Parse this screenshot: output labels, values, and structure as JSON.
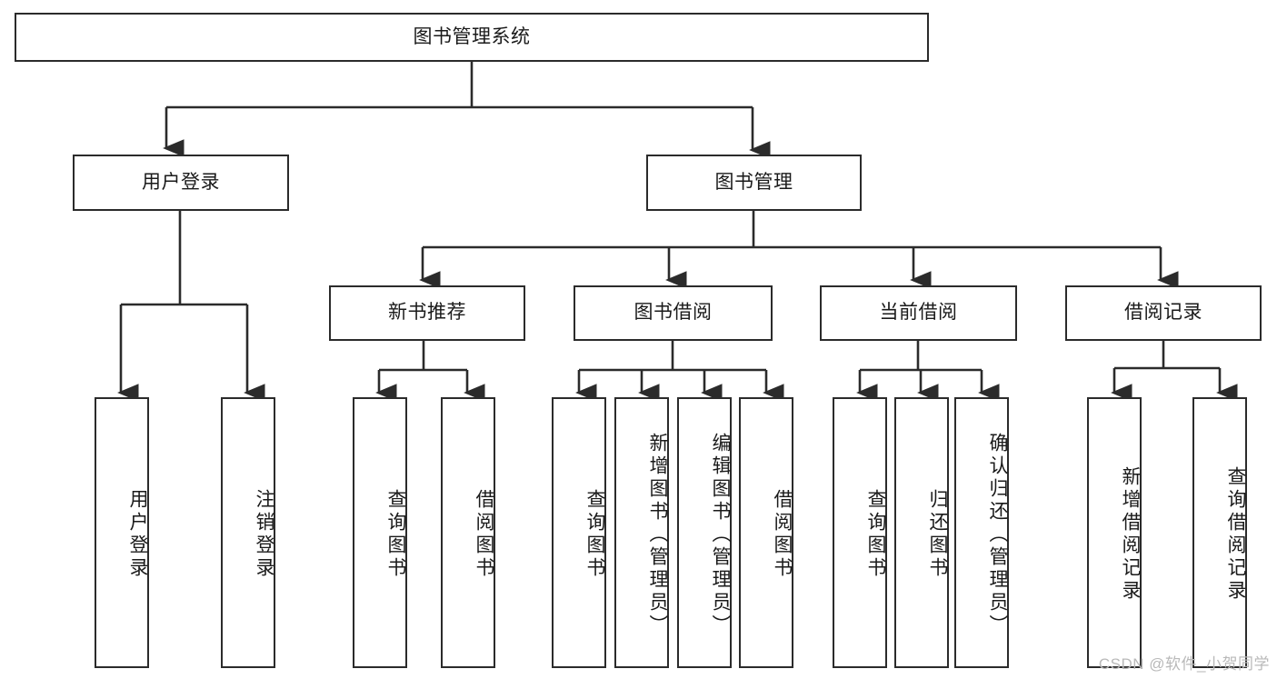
{
  "diagram": {
    "type": "tree",
    "title_node": "图书管理系统",
    "orientation": "top-down",
    "colors": {
      "box_border": "#2b2b2b",
      "box_fill": "#ffffff",
      "edge": "#2b2b2b",
      "text": "#1a1a1a",
      "watermark": "#b9b9b9",
      "background": "#ffffff"
    }
  },
  "nodes": {
    "root": {
      "label": "图书管理系统"
    },
    "level2": [
      {
        "id": "user-login",
        "label": "用户登录"
      },
      {
        "id": "book-manage",
        "label": "图书管理"
      }
    ],
    "level3": [
      {
        "id": "new-book-recommend",
        "label": "新书推荐"
      },
      {
        "id": "book-borrow",
        "label": "图书借阅"
      },
      {
        "id": "current-borrow",
        "label": "当前借阅"
      },
      {
        "id": "borrow-record",
        "label": "借阅记录"
      }
    ],
    "leaves": {
      "user_login": [
        {
          "id": "leaf-user-login",
          "label": "用户登录"
        },
        {
          "id": "leaf-logout-login",
          "label": "注销登录"
        }
      ],
      "new_book_recommend": [
        {
          "id": "leaf-query-book-1",
          "label": "查询图书"
        },
        {
          "id": "leaf-borrow-book-1",
          "label": "借阅图书"
        }
      ],
      "book_borrow": [
        {
          "id": "leaf-query-book-2",
          "label": "查询图书"
        },
        {
          "id": "leaf-add-book-admin",
          "label": "新增图书（管理员）"
        },
        {
          "id": "leaf-edit-book-admin",
          "label": "编辑图书（管理员）"
        },
        {
          "id": "leaf-borrow-book-2",
          "label": "借阅图书"
        }
      ],
      "current_borrow": [
        {
          "id": "leaf-query-book-3",
          "label": "查询图书"
        },
        {
          "id": "leaf-return-book",
          "label": "归还图书"
        },
        {
          "id": "leaf-confirm-return-admin",
          "label": "确认归还（管理员）"
        }
      ],
      "borrow_record": [
        {
          "id": "leaf-add-borrow-record",
          "label": "新增借阅记录"
        },
        {
          "id": "leaf-query-borrow-record",
          "label": "查询借阅记录"
        }
      ]
    }
  },
  "watermark": {
    "text": "CSDN @软件_小贺同学"
  }
}
